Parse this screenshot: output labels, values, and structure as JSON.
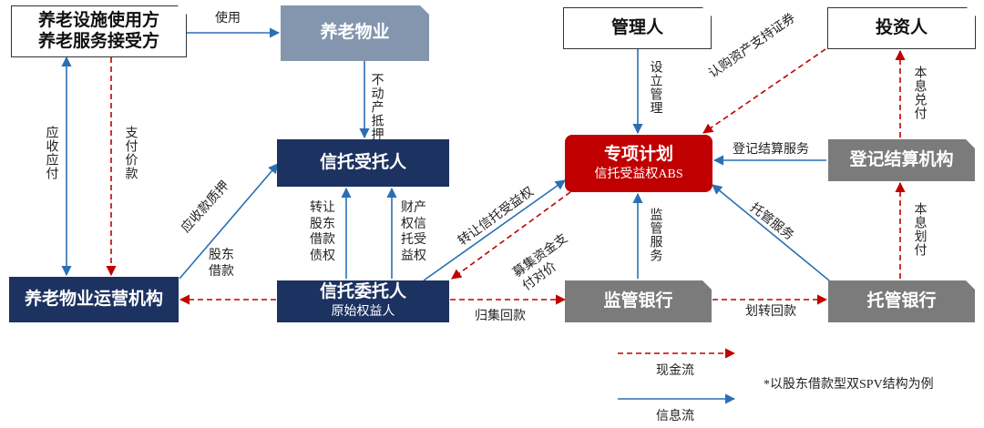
{
  "colors": {
    "info_line": "#2a6fb3",
    "cash_line": "#c00000",
    "navy": "#1c3260",
    "grey": "#7b7b7b",
    "slate": "#8396ae",
    "red": "#c00000"
  },
  "nodes": {
    "facility_user": {
      "line1": "养老设施使用方",
      "line2": "养老服务接受方"
    },
    "property": {
      "label": "养老物业"
    },
    "manager": {
      "label": "管理人"
    },
    "investor": {
      "label": "投资人"
    },
    "trustee": {
      "label": "信托受托人"
    },
    "special_plan": {
      "label": "专项计划",
      "sub": "信托受益权ABS"
    },
    "registry": {
      "label": "登记结算机构"
    },
    "operator": {
      "label": "养老物业运营机构"
    },
    "settlor": {
      "label": "信托委托人",
      "sub": "原始权益人"
    },
    "supervisory_bank": {
      "label": "监管银行"
    },
    "custodian_bank": {
      "label": "托管银行"
    }
  },
  "edge_labels": {
    "use": "使用",
    "mortgage": "不动产抵押",
    "receivable": "应收应付",
    "payment": "支付价款",
    "establish_manage": "设立管理",
    "subscribe": "认购资产支持证券",
    "principal_interest_pay": "本息兑付",
    "registry_service": "登记结算服务",
    "receivable_pledge": "应收款质押",
    "shareholder_loan": "股东借款",
    "transfer_loan": "转让股东借款债权",
    "property_trust": "财产权信托受益权",
    "transfer_trust": "转让信托受益权",
    "raise_funds": "募集资金支付对价",
    "supervision_service": "监管服务",
    "custody_service": "托管服务",
    "principal_interest_transfer": "本息划付",
    "collection": "归集回款",
    "transfer_back": "划转回款"
  },
  "legend": {
    "cash_flow": "现金流",
    "info_flow": "信息流"
  },
  "note": "*以股东借款型双SPV结构为例"
}
